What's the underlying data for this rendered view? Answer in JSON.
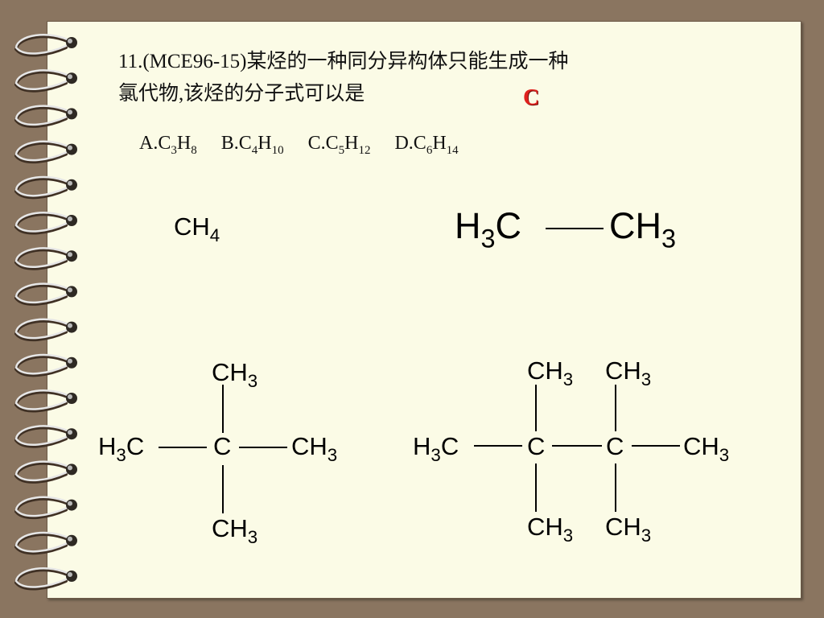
{
  "question": {
    "line1": "11.(MCE96-15)某烃的一种同分异构体只能生成一种",
    "line2": "氯代物,该烃的分子式可以是",
    "answer": "C"
  },
  "options": [
    {
      "letter": "A.",
      "formula": [
        [
          "C",
          "3"
        ],
        [
          "H",
          "8"
        ]
      ]
    },
    {
      "letter": "B.",
      "formula": [
        [
          "C",
          "4"
        ],
        [
          "H",
          "10"
        ]
      ]
    },
    {
      "letter": "C.",
      "formula": [
        [
          "C",
          "5"
        ],
        [
          "H",
          "12"
        ]
      ]
    },
    {
      "letter": "D.",
      "formula": [
        [
          "C",
          "6"
        ],
        [
          "H",
          "14"
        ]
      ]
    }
  ],
  "structures": {
    "methane": "CH4",
    "ethane": {
      "left": "H3C",
      "right": "CH3"
    },
    "neopentane": {
      "top": "CH3",
      "left": "H3C",
      "center": "C",
      "right": "CH3",
      "bottom": "CH3"
    },
    "tetramethylbutane": {
      "top1": "CH3",
      "top2": "CH3",
      "left": "H3C",
      "c1": "C",
      "c2": "C",
      "right": "CH3",
      "bottom1": "CH3",
      "bottom2": "CH3"
    }
  },
  "colors": {
    "paper": "#fbfbe6",
    "background": "#8a7560",
    "answer": "#e0221e"
  },
  "icons": [
    "spiral-ring-icon"
  ]
}
